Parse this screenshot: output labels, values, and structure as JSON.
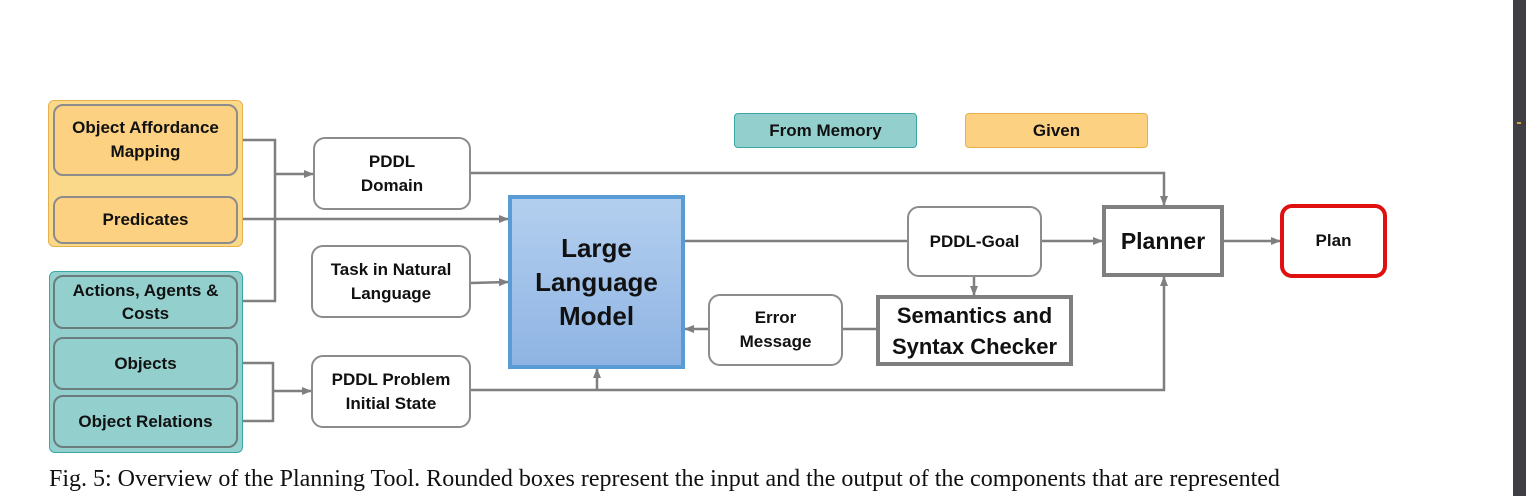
{
  "legend": {
    "from_memory": "From Memory",
    "given": "Given"
  },
  "given_inputs": {
    "object_affordance": "Object Affordance Mapping",
    "predicates": "Predicates"
  },
  "memory_inputs": {
    "actions": "Actions, Agents & Costs",
    "objects": "Objects",
    "object_relations": "Object Relations"
  },
  "components": {
    "pddl_domain": "PDDL Domain",
    "task_nl": "Task in Natural Language",
    "pddl_problem": "PDDL Problem Initial State",
    "llm": "Large Language Model",
    "pddl_goal": "PDDL-Goal",
    "error_message": "Error Message",
    "checker": "Semantics and Syntax Checker",
    "planner": "Planner",
    "plan": "Plan"
  },
  "caption": "Fig. 5: Overview of the Planning Tool. Rounded boxes represent the input and the output of the components that are represented",
  "colors": {
    "given": "#fcd182",
    "memory": "#93cfcd",
    "llm": "#9dbfe7",
    "plan_border": "#e01010",
    "arrow": "#7f7f7f"
  }
}
